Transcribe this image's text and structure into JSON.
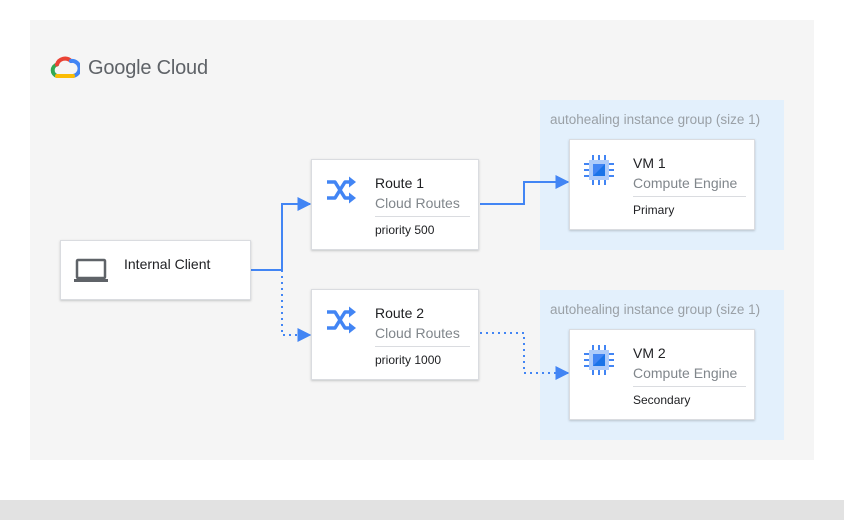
{
  "logo": {
    "text": "Google Cloud",
    "colors": [
      "#ea4335",
      "#4285f4",
      "#34a853",
      "#fbbc04"
    ]
  },
  "groups": [
    {
      "label": "autohealing instance group (size 1)"
    },
    {
      "label": "autohealing instance group (size 1)"
    }
  ],
  "client": {
    "title": "Internal Client",
    "icon": "laptop-icon"
  },
  "routes": [
    {
      "title": "Route 1",
      "subtitle": "Cloud Routes",
      "detail": "priority 500",
      "icon": "cloud-routes-icon"
    },
    {
      "title": "Route 2",
      "subtitle": "Cloud Routes",
      "detail": "priority 1000",
      "icon": "cloud-routes-icon"
    }
  ],
  "vms": [
    {
      "title": "VM 1",
      "subtitle": "Compute Engine",
      "detail": "Primary",
      "icon": "compute-engine-icon"
    },
    {
      "title": "VM 2",
      "subtitle": "Compute Engine",
      "detail": "Secondary",
      "icon": "compute-engine-icon"
    }
  ],
  "connections": [
    {
      "from": "Internal Client",
      "to": "Route 1",
      "style": "solid"
    },
    {
      "from": "Internal Client",
      "to": "Route 2",
      "style": "dotted"
    },
    {
      "from": "Route 1",
      "to": "VM 1",
      "style": "solid"
    },
    {
      "from": "Route 2",
      "to": "VM 2",
      "style": "dotted"
    }
  ],
  "colors": {
    "background": "#f5f5f5",
    "group_fill": "#e3f0fc",
    "line": "#4285f4",
    "icon_blue": "#4285f4",
    "icon_dark": "#5f6368"
  }
}
